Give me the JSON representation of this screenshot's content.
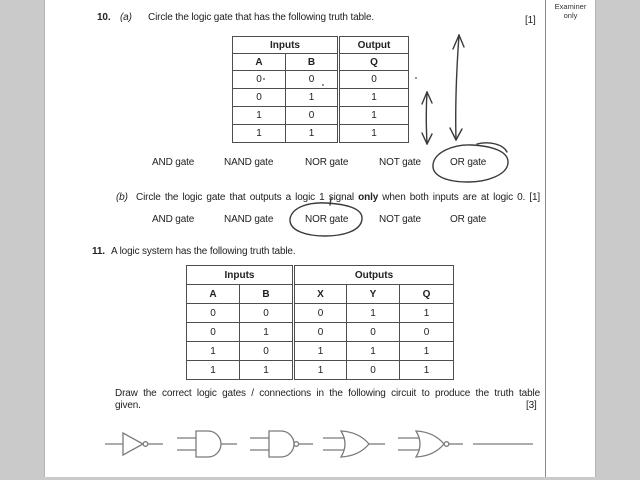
{
  "examiner": {
    "line1": "Examiner",
    "line2": "only"
  },
  "ink_color": "#3a3a3a",
  "print_gray": "#7b7b7b",
  "q10": {
    "number": "10.",
    "part_a": {
      "label": "(a)",
      "text": "Circle the logic gate that has the following truth table.",
      "marks": "[1]",
      "options": [
        "AND gate",
        "NAND gate",
        "NOR gate",
        "NOT gate",
        "OR gate"
      ],
      "circled_answer": "OR gate"
    },
    "table": {
      "inputs_header": "Inputs",
      "output_header": "Output",
      "columns": [
        "A",
        "B",
        "Q"
      ],
      "rows": [
        [
          "0",
          "0",
          "0"
        ],
        [
          "0",
          "1",
          "1"
        ],
        [
          "1",
          "0",
          "1"
        ],
        [
          "1",
          "1",
          "1"
        ]
      ]
    },
    "part_b": {
      "label": "(b)",
      "text_before": "Circle the logic gate that outputs a logic 1 signal",
      "bold_word": "only",
      "text_after": "when both inputs are at logic 0.",
      "marks": "[1]",
      "options": [
        "AND gate",
        "NAND gate",
        "NOR gate",
        "NOT gate",
        "OR gate"
      ],
      "circled_answer": "NOR gate"
    }
  },
  "q11": {
    "number": "11.",
    "intro": "A logic system has the following truth table.",
    "table": {
      "inputs_header": "Inputs",
      "outputs_header": "Outputs",
      "columns": [
        "A",
        "B",
        "X",
        "Y",
        "Q"
      ],
      "rows": [
        [
          "0",
          "0",
          "0",
          "1",
          "1"
        ],
        [
          "0",
          "1",
          "0",
          "0",
          "0"
        ],
        [
          "1",
          "0",
          "1",
          "1",
          "1"
        ],
        [
          "1",
          "1",
          "1",
          "0",
          "1"
        ]
      ]
    },
    "draw_line1": "Draw the correct logic gates / connections in the following circuit to produce the truth table",
    "draw_line2": "given.",
    "marks": "[3]",
    "gate_symbols": [
      "not-gate",
      "and-gate",
      "nand-gate",
      "or-gate",
      "nor-gate",
      "wire"
    ]
  }
}
